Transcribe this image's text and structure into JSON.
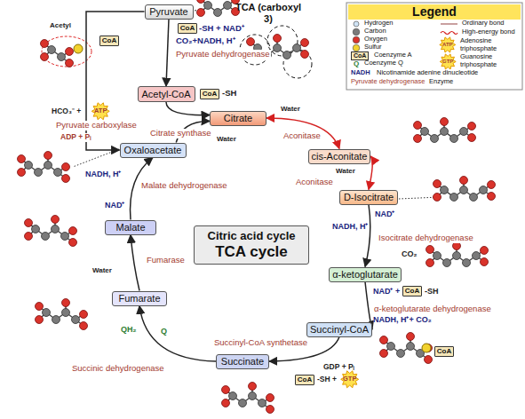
{
  "diagram": {
    "nodes": [
      {
        "text": [
          "Pyruvate"
        ]
      },
      {
        "text": [
          "CoA"
        ]
      },
      {
        "text": [
          "CoA"
        ]
      },
      {
        "text": [
          "Acetyl-CoA"
        ]
      },
      {
        "text": [
          "CoA"
        ]
      },
      {
        "text": [
          "Citrate"
        ]
      },
      {
        "text": [
          "Oxaloacetate"
        ]
      },
      {
        "text": [
          "cis-Aconitate"
        ]
      },
      {
        "text": [
          "D-Isocitrate"
        ]
      },
      {
        "text": [
          "Citric acid cycle",
          "TCA cycle"
        ]
      },
      {
        "text": [
          "Malate"
        ]
      },
      {
        "text": [
          "α-ketoglutarate"
        ]
      },
      {
        "text": [
          "CoA"
        ]
      },
      {
        "text": [
          "Fumarate"
        ]
      },
      {
        "text": [
          "Succinyl-CoA"
        ]
      },
      {
        "text": [
          "CoA"
        ]
      },
      {
        "text": [
          "Succinate"
        ]
      },
      {
        "text": [
          "CoA"
        ]
      }
    ],
    "edges": [
      {
        "from": 0,
        "to": 3,
        "arrow": "to",
        "label": "Pyruvate dehydrogenase"
      },
      {
        "from": 0,
        "to": 6,
        "arrow": "to",
        "label": "Pyruvate carboxylase"
      },
      {
        "from": 3,
        "to": 5,
        "arrow": "to"
      },
      {
        "from": 6,
        "to": 5,
        "arrow": "to",
        "label": "Citrate synthase"
      },
      {
        "from": 5,
        "to": 7,
        "arrow": "both",
        "label": "Aconitase"
      },
      {
        "from": 7,
        "to": 8,
        "arrow": "both",
        "label": "Aconitase"
      },
      {
        "from": 8,
        "to": 11,
        "arrow": "to",
        "label": "Isocitrate dehydrogenase"
      },
      {
        "from": 11,
        "to": 14,
        "arrow": "to",
        "label": "α-ketoglutarate dehydrogenase"
      },
      {
        "from": 14,
        "to": 16,
        "arrow": "to",
        "label": "Succinyl-CoA synthetase"
      },
      {
        "from": 16,
        "to": 13,
        "arrow": "to",
        "label": "Succinic dehydrogenase"
      },
      {
        "from": 13,
        "to": 10,
        "arrow": "to",
        "label": "Fumarase"
      },
      {
        "from": 10,
        "to": 6,
        "arrow": "to",
        "label": "Malate dehydrogenase"
      }
    ],
    "labels": [
      "Acetyl",
      "-SH + NAD⁺",
      "CO₂+NADH, H⁺",
      "-SH",
      "TCA (carboxyl 3)",
      "HCO₃⁻ +",
      "ATP",
      "ADP + Pᵢ",
      "Water",
      "Water",
      "Water",
      "NAD⁺",
      "NADH, H⁺",
      "CO₂",
      "NAD⁺ +",
      "-SH",
      "NADH, H⁺+ CO₂",
      "GDP + Pᵢ",
      "-SH +",
      "GTP",
      "QH₂",
      "Q",
      "Water",
      "NADH, H⁺",
      "NAD⁺",
      "Legend",
      "CoA",
      "Q",
      "NADH",
      "Pyruvate dehydrogenase",
      "ATP",
      "GTP"
    ],
    "legend": [
      {
        "text": "Hydrogen"
      },
      {
        "text": "Carbon"
      },
      {
        "text": "Oxygen"
      },
      {
        "text": "Sulfur"
      },
      {
        "text": "Coenzyme A"
      },
      {
        "text": "Coenzyme Q"
      },
      {
        "text": "Nicotinamide adenine dinucleotide"
      },
      {
        "text": "Enzyme"
      },
      {
        "text": "Ordinary bond"
      },
      {
        "text": "High-energy bond"
      },
      {
        "text": "Adenosine triphosphate"
      },
      {
        "text": "Guanosine triphosphate"
      }
    ]
  }
}
